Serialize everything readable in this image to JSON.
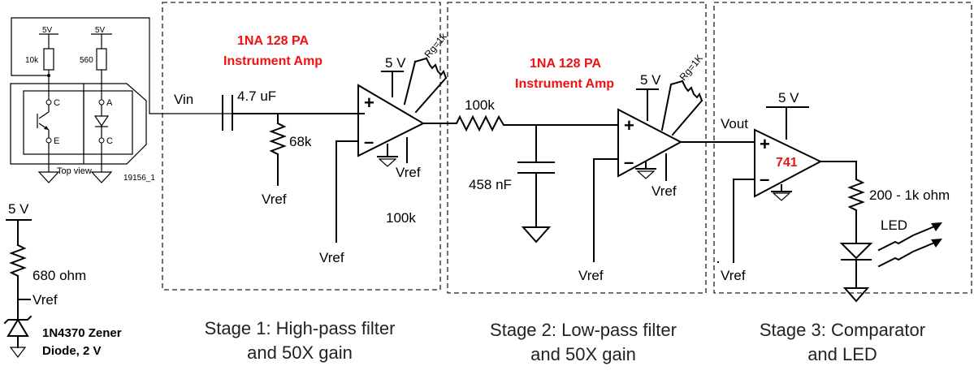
{
  "sensor": {
    "supply_left": "5V",
    "supply_right": "5V",
    "r_left": "10k",
    "r_right": "560",
    "pin_c": "C",
    "pin_e": "E",
    "pin_a": "A",
    "pin_c2": "C",
    "top_view": "Top view",
    "part_code": "19156_1"
  },
  "reference": {
    "supply": "5 V",
    "resistor": "680 ohm",
    "vref": "Vref",
    "zener_line1": "1N4370 Zener",
    "zener_line2": "Diode, 2 V"
  },
  "stage1": {
    "vin": "Vin",
    "cap": "4.7 uF",
    "res": "68k",
    "vref_res": "Vref",
    "amp_title1": "1NA 128 PA",
    "amp_title2": "Instrument Amp",
    "supply": "5 V",
    "rg": "Rg=1k",
    "vref_out": "Vref",
    "vref_in": "Vref",
    "note": "100k",
    "plus": "+",
    "minus": "–",
    "caption1": "Stage 1: High-pass filter",
    "caption2": "and 50X gain"
  },
  "stage2": {
    "res": "100k",
    "cap": "458 nF",
    "amp_title1": "1NA 128 PA",
    "amp_title2": "Instrument Amp",
    "supply": "5 V",
    "rg": "Rg=1K",
    "vref_out": "Vref",
    "vref_in": "Vref",
    "plus": "+",
    "minus": "–",
    "caption1": "Stage 2: Low-pass filter",
    "caption2": "and 50X gain"
  },
  "stage3": {
    "vout": "Vout",
    "supply": "5 V",
    "opamp": "741",
    "res": "200 - 1k ohm",
    "led": "LED",
    "vref": "Vref",
    "plus": "+",
    "minus": "–",
    "caption1": "Stage 3: Comparator",
    "caption2": "and LED"
  }
}
